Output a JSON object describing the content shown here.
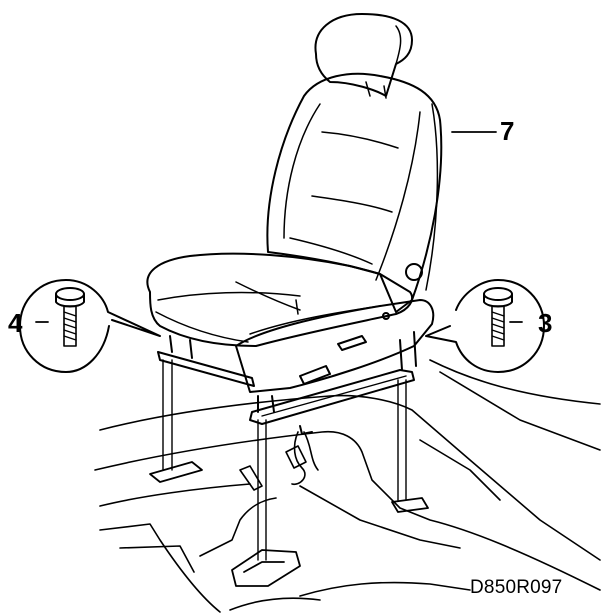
{
  "callouts": {
    "seat": "7",
    "bolt_left": "4",
    "bolt_right": "3"
  },
  "figure_code": "D850R097",
  "colors": {
    "ink": "#000000",
    "paper": "#ffffff"
  }
}
